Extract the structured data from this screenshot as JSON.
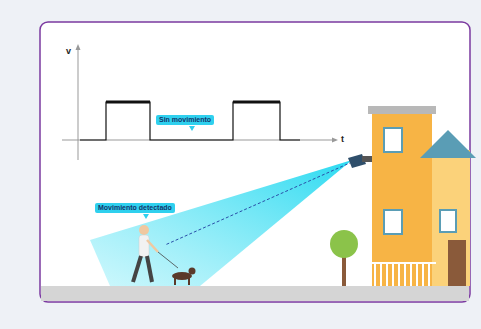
{
  "diagram": {
    "nodes": [
      {
        "text": [
          "Sin movimiento"
        ]
      },
      {
        "text": [
          "Movimiento detectado"
        ]
      }
    ],
    "labels": [
      "v",
      "t"
    ]
  }
}
